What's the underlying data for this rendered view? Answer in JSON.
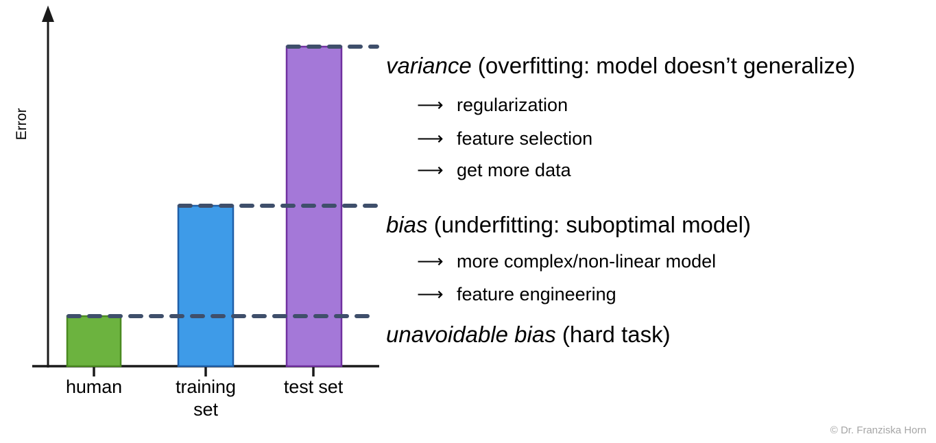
{
  "chart_data": {
    "type": "bar",
    "title": "",
    "xlabel": "",
    "ylabel": "Error",
    "categories": [
      "human",
      "training set",
      "test set"
    ],
    "values": [
      13,
      41,
      83
    ],
    "ylim": [
      0,
      100
    ],
    "grid": false,
    "legend": "none",
    "bar_colors": [
      "#6CB33F",
      "#3E9BE8",
      "#A478D8"
    ],
    "bar_edge_colors": [
      "#4A8A20",
      "#1F5FA8",
      "#7030A0"
    ],
    "reference_lines": [
      {
        "name": "unavoidable-bias-level",
        "value": 13
      },
      {
        "name": "bias-level",
        "value": 41
      },
      {
        "name": "variance-level",
        "value": 83
      }
    ],
    "reference_line_color": "#3F4F6B",
    "axis_color": "#1A1A1A"
  },
  "axis": {
    "y_label": "Error",
    "tick_labels": [
      {
        "id": "human",
        "line1": "human",
        "line2": ""
      },
      {
        "id": "training",
        "line1": "training",
        "line2": "set"
      },
      {
        "id": "test",
        "line1": "test set",
        "line2": ""
      }
    ]
  },
  "annotations": {
    "variance": {
      "term": "variance",
      "detail": " (overfitting: model doesn’t generalize)",
      "arrow_glyph": "⟶",
      "bullets": [
        "regularization",
        "feature selection",
        "get more data"
      ]
    },
    "bias": {
      "term": "bias",
      "detail": " (underfitting: suboptimal model)",
      "arrow_glyph": "⟶",
      "bullets": [
        "more complex/non-linear model",
        "feature engineering"
      ]
    },
    "unavoidable": {
      "term": "unavoidable bias",
      "detail": " (hard task)"
    }
  },
  "credit": {
    "text": "© Dr. Franziska Horn",
    "color": "#a6a6a6"
  }
}
